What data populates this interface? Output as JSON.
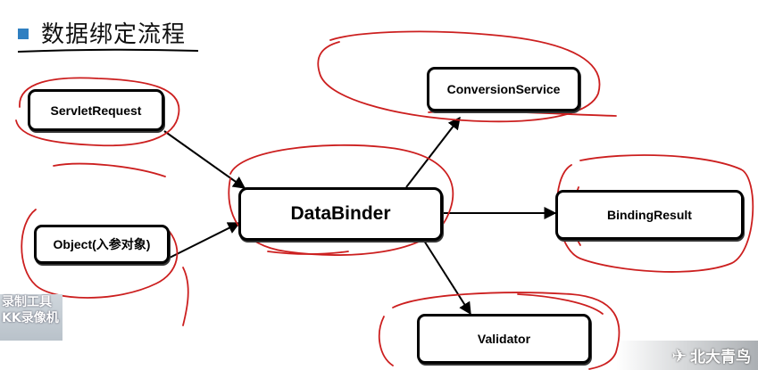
{
  "header": {
    "title": "数据绑定流程"
  },
  "nodes": {
    "servlet_request": "ServletRequest",
    "object_param": "Object(入参对象)",
    "data_binder": "DataBinder",
    "conversion_service": "ConversionService",
    "binding_result": "BindingResult",
    "validator": "Validator"
  },
  "watermarks": {
    "recorder_line1": "录制工具",
    "recorder_line2": "KK录像机",
    "brand": "北大青鸟"
  },
  "colors": {
    "annotation": "#cc1f1f",
    "bullet": "#2f7fc1",
    "border": "#000000"
  }
}
